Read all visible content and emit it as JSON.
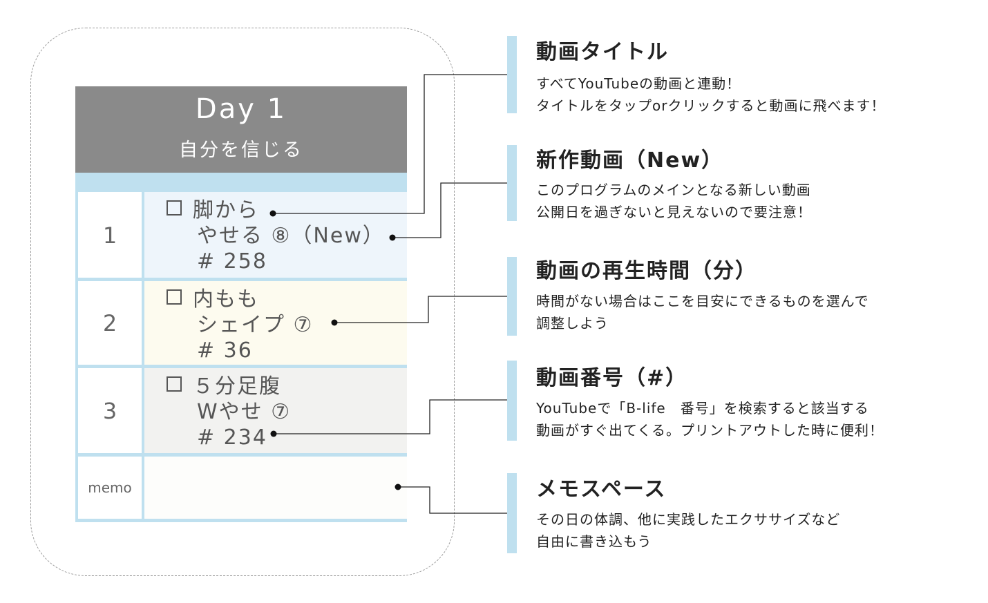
{
  "card": {
    "day_title": "Day 1",
    "subtitle": "自分を信じる",
    "rows": [
      {
        "number": "1",
        "check_mark": "□",
        "line1": "脚から",
        "line2": "やせる ⑧（New）",
        "line3": "# 258",
        "bg": "#eef5fb"
      },
      {
        "number": "2",
        "check_mark": "□",
        "line1": "内もも",
        "line2": "シェイプ ⑦",
        "line3": "# 36",
        "bg": "#fdfbef"
      },
      {
        "number": "3",
        "check_mark": "□",
        "line1": "５分足腹",
        "line2": "Wやせ ⑦",
        "line3": "# 234",
        "bg": "#f2f2f0"
      }
    ],
    "memo_label": "memo",
    "memo_bg": "#fdfdfb"
  },
  "annotations": [
    {
      "title": "動画タイトル",
      "desc1": "すべてYouTubeの動画と連動！",
      "desc2": "タイトルをタップorクリックすると動画に飛べます！"
    },
    {
      "title": "新作動画（New）",
      "desc1": "このプログラムのメインとなる新しい動画",
      "desc2": "公開日を過ぎないと見えないので要注意！"
    },
    {
      "title": "動画の再生時間（分）",
      "desc1": "時間がない場合はここを目安にできるものを選んで",
      "desc2": "調整しよう"
    },
    {
      "title": "動画番号（#）",
      "desc1": "YouTubeで「B-life　番号」を検索すると該当する",
      "desc2": "動画がすぐ出てくる。プリントアウトした時に便利！"
    },
    {
      "title": "メモスペース",
      "desc1": "その日の体調、他に実践したエクササイズなど",
      "desc2": "自由に書き込もう"
    }
  ],
  "colors": {
    "header_bg": "#8a8a8a",
    "accent_blue": "#bfe0ef",
    "text_dark": "#222222"
  }
}
